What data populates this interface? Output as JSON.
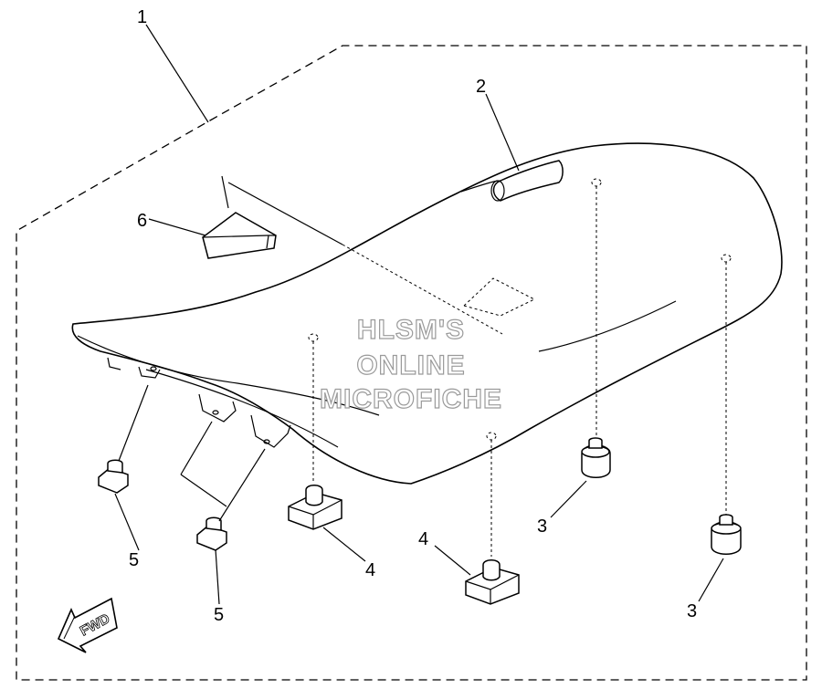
{
  "diagram": {
    "callouts": [
      {
        "id": "callout-1",
        "text": "1"
      },
      {
        "id": "callout-2",
        "text": "2"
      },
      {
        "id": "callout-3a",
        "text": "3"
      },
      {
        "id": "callout-3b",
        "text": "3"
      },
      {
        "id": "callout-4a",
        "text": "4"
      },
      {
        "id": "callout-4b",
        "text": "4"
      },
      {
        "id": "callout-5a",
        "text": "5"
      },
      {
        "id": "callout-5b",
        "text": "5"
      },
      {
        "id": "callout-6",
        "text": "6"
      }
    ],
    "watermark": {
      "line1": "HLSM'S",
      "line2": "ONLINE",
      "line3": "MICROFICHE"
    },
    "fwd_label": "FWD"
  }
}
